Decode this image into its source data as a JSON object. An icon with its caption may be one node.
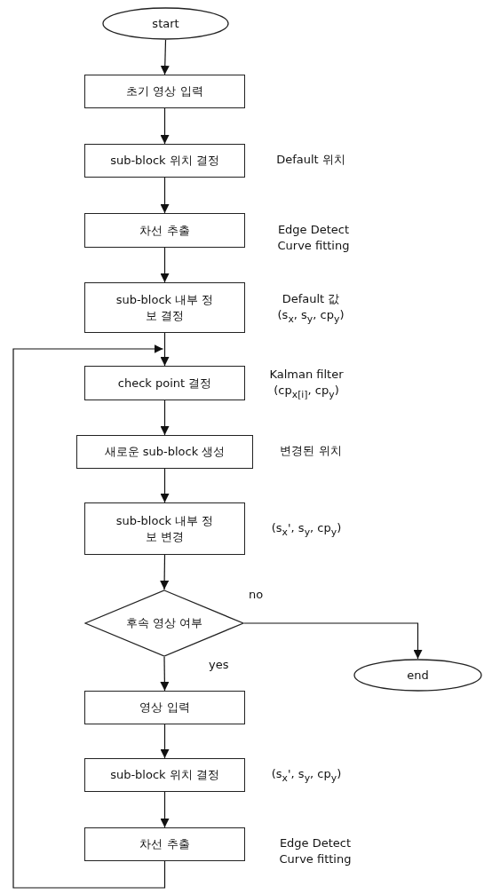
{
  "diagram": {
    "nodes": [
      {
        "text": [
          "start"
        ]
      },
      {
        "text": [
          "초기 영상 입력"
        ]
      },
      {
        "text": [
          "sub-block 위치 결정"
        ],
        "beside": [
          "Default 위치"
        ]
      },
      {
        "text": [
          "차선 추출"
        ],
        "beside": [
          "Edge Detect Curve fitting"
        ]
      },
      {
        "text": [
          "sub-block 내부 정보 결정"
        ],
        "beside": [
          "Default 값",
          "(s$_{x}$, s$_{y}$, cp$_{y}$)"
        ]
      },
      {
        "text": [
          "check point 결정"
        ],
        "beside": [
          "Kalman filter",
          "(cp$_{x[i]}$, cp$_{y}$)"
        ]
      },
      {
        "text": [
          "새로운 sub-block 생성"
        ],
        "beside": [
          "변경된 위치"
        ]
      },
      {
        "text": [
          "sub-block 내부 정보 변경"
        ],
        "beside": [
          "(s$_{x}$', s$_{y}$, cp$_{y}$)"
        ]
      },
      {
        "text": [
          "후속 영상 여부"
        ]
      },
      {
        "text": [
          "end"
        ]
      },
      {
        "text": [
          "영상 입력"
        ]
      },
      {
        "text": [
          "sub-block 위치 결정"
        ],
        "beside": [
          "(s$_{x}$', s$_{y}$, cp$_{y}$)"
        ]
      },
      {
        "text": [
          "차선 추출"
        ],
        "beside": [
          "Edge Detect Curve fitting"
        ]
      }
    ],
    "edges": [
      {
        "from": 0,
        "to": 1,
        "arrow": "to"
      },
      {
        "from": 1,
        "to": 2,
        "arrow": "to"
      },
      {
        "from": 2,
        "to": 3,
        "arrow": "to"
      },
      {
        "from": 3,
        "to": 4,
        "arrow": "to"
      },
      {
        "from": 4,
        "to": 5,
        "arrow": "to"
      },
      {
        "from": 5,
        "to": 6,
        "arrow": "to"
      },
      {
        "from": 6,
        "to": 7,
        "arrow": "to"
      },
      {
        "from": 7,
        "to": 8,
        "arrow": "to"
      },
      {
        "from": 8,
        "to": 9,
        "arrow": "to",
        "label": "no"
      },
      {
        "from": 8,
        "to": 10,
        "arrow": "to",
        "label": "yes"
      },
      {
        "from": 10,
        "to": 11,
        "arrow": "to"
      },
      {
        "from": 11,
        "to": 12,
        "arrow": "to"
      },
      {
        "from": 12,
        "to": 5,
        "arrow": "to"
      }
    ]
  }
}
